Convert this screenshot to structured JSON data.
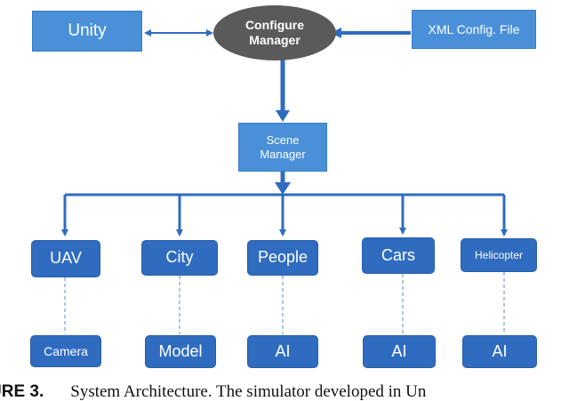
{
  "colors": {
    "light_box": "#4a90d9",
    "dark_box": "#2f6cc0",
    "ellipse": "#5a5a5a",
    "arrow": "#2f6cc0",
    "dashed": "#8fb3e0"
  },
  "nodes": {
    "unity": "Unity",
    "configure_manager": [
      "Configure",
      "Manager"
    ],
    "xml_config": "XML Config. File",
    "scene_manager": [
      "Scene",
      "Manager"
    ],
    "uav": "UAV",
    "city": "City",
    "people": "People",
    "cars": "Cars",
    "helicopter": "Helicopter",
    "camera": "Camera",
    "model": "Model",
    "ai_people": "AI",
    "ai_cars": "AI",
    "ai_helicopter": "AI"
  },
  "caption": {
    "label": "URE 3.",
    "text": "System Architecture. The simulator developed in Un"
  }
}
